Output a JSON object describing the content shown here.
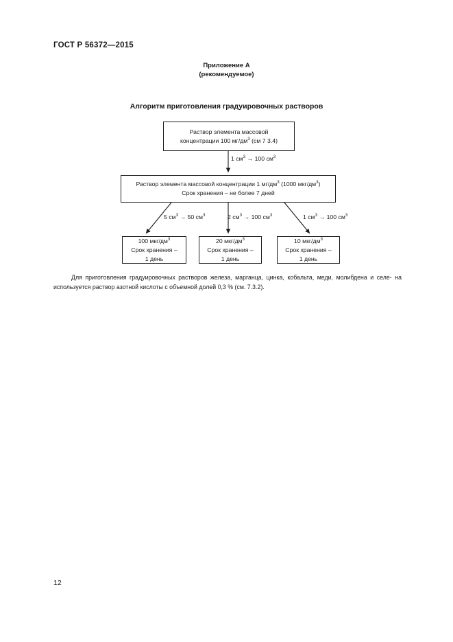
{
  "document": {
    "standard_header": "ГОСТ Р 56372—2015",
    "page_number": "12"
  },
  "annex": {
    "title": "Приложение А",
    "subtitle": "(рекомендуемое)"
  },
  "chart_title": "Алгоритм приготовления градуировочных растворов",
  "flowchart": {
    "nodes": {
      "stock": {
        "line1": "Раствор элемента массовой",
        "line2_pre": "концентрации 100 мг/дм",
        "line2_sup": "3",
        "line2_post": " (см  7 3.4)"
      },
      "intermediate": {
        "line1_pre": "Раствор элемента массовой концентрации 1 мг/дм",
        "line1_sup1": "3",
        "line1_mid": " (1000 мкг/дм",
        "line1_sup2": "3",
        "line1_post": ")",
        "line2": "Срок хранения – не более 7 дней"
      },
      "working1": {
        "line1_pre": "100 мкг/дм",
        "line1_sup": "3",
        "line2": "Срок хранения –",
        "line3": "1 день"
      },
      "working2": {
        "line1_pre": "20 мкг/дм",
        "line1_sup": "3",
        "line2": "Срок хранения –",
        "line3": "1 день"
      },
      "working3": {
        "line1_pre": "10 мкг/дм",
        "line1_sup": "3",
        "line2": "Срок хранения –",
        "line3": "1 день"
      }
    },
    "edges": {
      "stock_to_intermediate": {
        "from_value": "1 см",
        "from_sup": "3",
        "arrow": " → ",
        "to_value": "100 см",
        "to_sup": "3"
      },
      "branch1": {
        "from_value": "5 см",
        "from_sup": "3",
        "arrow": " → ",
        "to_value": "50 см",
        "to_sup": "3"
      },
      "branch2": {
        "from_value": "2 см",
        "from_sup": "3",
        "arrow": " → ",
        "to_value": "100 см",
        "to_sup": "3"
      },
      "branch3": {
        "from_value": "1 см",
        "from_sup": "3",
        "arrow": " → ",
        "to_value": "100 см",
        "to_sup": "3"
      }
    }
  },
  "paragraph": {
    "line1": "Для приготовления градуировочных растворов железа, марганца, цинка, кобальта, меди, молибдена и селе-",
    "line2": "на используется раствор азотной кислоты с объемной долей 0,3 % (см. 7.3.2)."
  },
  "colors": {
    "text": "#1a1a1a",
    "line": "#1a1a1a",
    "background": "#ffffff"
  }
}
